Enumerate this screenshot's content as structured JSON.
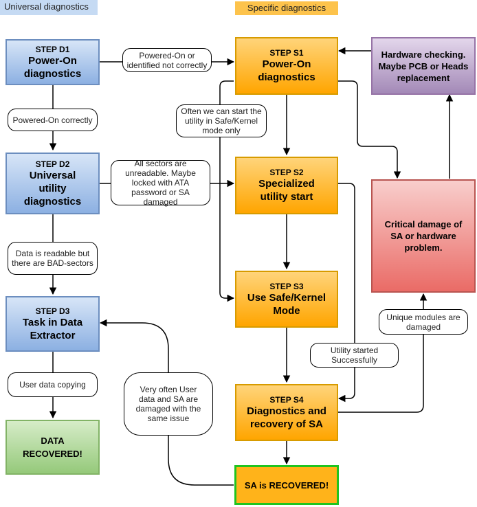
{
  "headers": {
    "universal": "Universal diagnostics",
    "specific": "Specific diagnostics"
  },
  "nodes": {
    "d1": {
      "step": "STEP D1",
      "title": "Power-On diagnostics"
    },
    "d2": {
      "step": "STEP D2",
      "title": "Universal utility diagnostics"
    },
    "d3": {
      "step": "STEP D3",
      "title": "Task in Data Extractor"
    },
    "recovered": {
      "title": "DATA RECOVERED!"
    },
    "s1": {
      "step": "STEP S1",
      "title": "Power-On diagnostics"
    },
    "s2": {
      "step": "STEP S2",
      "title": "Specialized utility start"
    },
    "s3": {
      "step": "STEP S3",
      "title": "Use Safe/Kernel Mode"
    },
    "s4": {
      "step": "STEP S4",
      "title": "Diagnostics and recovery of SA"
    },
    "sa_recovered": {
      "title": "SA is RECOVERED!"
    },
    "hardware": {
      "title": "Hardware checking. Maybe PCB or Heads replacement"
    },
    "critical": {
      "title": "Critical damage of SA or hardware problem."
    }
  },
  "edge_labels": {
    "d1_s1": "Powered-On or identified not correctly",
    "d1_d2": "Powered-On correctly",
    "d2_s2": "All sectors are unreadable. Maybe locked with ATA password or SA damaged",
    "d2_d3": "Data is readable but there are BAD-sectors",
    "d3_rec": "User data copying",
    "s1_s3": "Often we can start the utility in Safe/Kernel mode only",
    "s2_s4": "Utility started Successfully",
    "s4_crit": "Unique modules are damaged",
    "sa_d3": "Very often User data and SA are damaged with the same issue"
  }
}
